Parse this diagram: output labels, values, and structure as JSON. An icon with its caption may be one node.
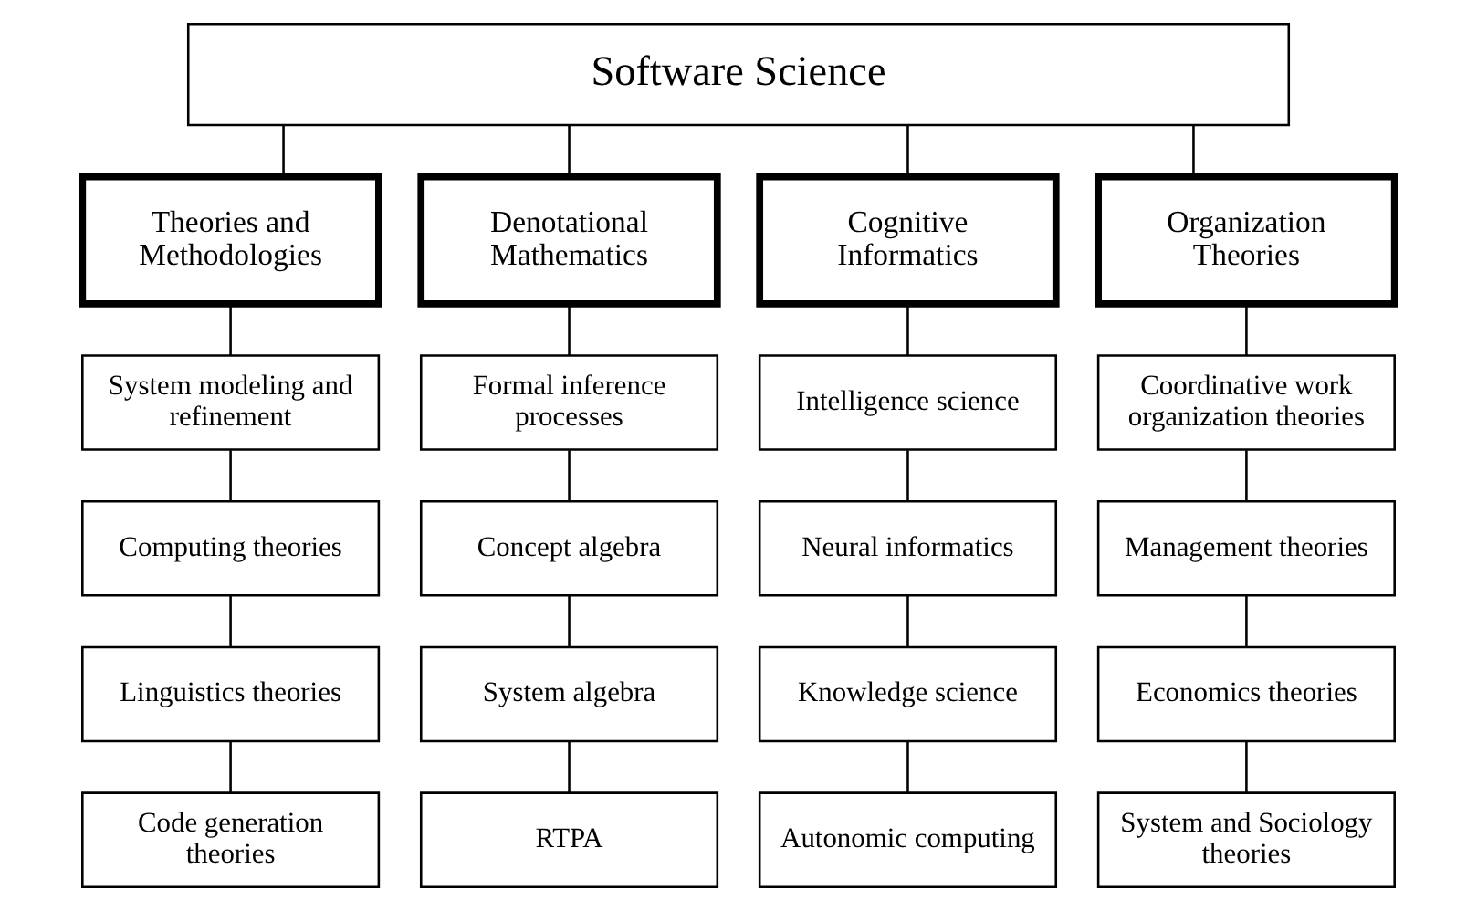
{
  "diagram": {
    "nodes": [
      {
        "text": [
          "Software Science"
        ]
      },
      {
        "text": [
          "Theories and Methodologies"
        ]
      },
      {
        "text": [
          "Denotational Mathematics"
        ]
      },
      {
        "text": [
          "Cognitive Informatics"
        ]
      },
      {
        "text": [
          "Organization Theories"
        ]
      },
      {
        "text": [
          "System modeling and refinement"
        ]
      },
      {
        "text": [
          "Computing theories"
        ]
      },
      {
        "text": [
          "Linguistics theories"
        ]
      },
      {
        "text": [
          "Code generation theories"
        ]
      },
      {
        "text": [
          "Formal inference processes"
        ]
      },
      {
        "text": [
          "Concept algebra"
        ]
      },
      {
        "text": [
          "System algebra"
        ]
      },
      {
        "text": [
          "RTPA"
        ]
      },
      {
        "text": [
          "Intelligence science"
        ]
      },
      {
        "text": [
          "Neural informatics"
        ]
      },
      {
        "text": [
          "Knowledge science"
        ]
      },
      {
        "text": [
          "Autonomic computing"
        ]
      },
      {
        "text": [
          "Coordinative work organization theories"
        ]
      },
      {
        "text": [
          "Management theories"
        ]
      },
      {
        "text": [
          "Economics theories"
        ]
      },
      {
        "text": [
          "System and Sociology theories"
        ]
      }
    ],
    "edges": [
      {
        "from": 0,
        "to": 1,
        "arrow": "none"
      },
      {
        "from": 0,
        "to": 2,
        "arrow": "none"
      },
      {
        "from": 0,
        "to": 3,
        "arrow": "none"
      },
      {
        "from": 0,
        "to": 4,
        "arrow": "none"
      },
      {
        "from": 1,
        "to": 5,
        "arrow": "none"
      },
      {
        "from": 5,
        "to": 6,
        "arrow": "none"
      },
      {
        "from": 6,
        "to": 7,
        "arrow": "none"
      },
      {
        "from": 7,
        "to": 8,
        "arrow": "none"
      },
      {
        "from": 2,
        "to": 9,
        "arrow": "none"
      },
      {
        "from": 9,
        "to": 10,
        "arrow": "none"
      },
      {
        "from": 10,
        "to": 11,
        "arrow": "none"
      },
      {
        "from": 11,
        "to": 12,
        "arrow": "none"
      },
      {
        "from": 3,
        "to": 13,
        "arrow": "none"
      },
      {
        "from": 13,
        "to": 14,
        "arrow": "none"
      },
      {
        "from": 14,
        "to": 15,
        "arrow": "none"
      },
      {
        "from": 15,
        "to": 16,
        "arrow": "none"
      },
      {
        "from": 4,
        "to": 17,
        "arrow": "none"
      },
      {
        "from": 17,
        "to": 18,
        "arrow": "none"
      },
      {
        "from": 18,
        "to": 19,
        "arrow": "none"
      },
      {
        "from": 19,
        "to": 20,
        "arrow": "none"
      }
    ]
  }
}
